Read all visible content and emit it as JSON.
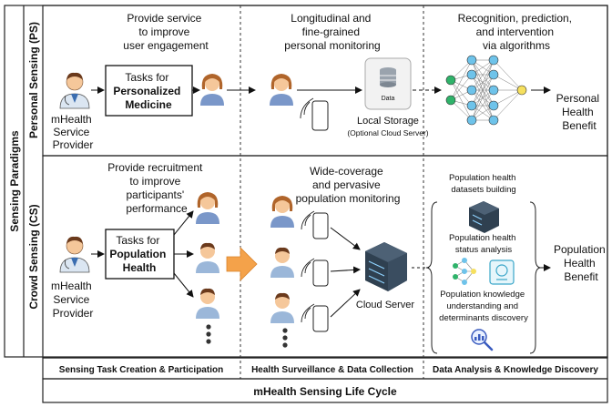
{
  "axis": {
    "vertical_title": "Sensing Paradigms",
    "row1_label": "Personal Sensing (PS)",
    "row2_label": "Crowd Sensing (CS)"
  },
  "columns": {
    "col1": "Sensing Task Creation & Participation",
    "col2": "Health Surveillance & Data Collection",
    "col3": "Data Analysis & Knowledge Discovery"
  },
  "footer": {
    "title": "mHealth Sensing Life Cycle"
  },
  "ps": {
    "col1_caption": [
      "Provide service",
      "to improve",
      "user engagement"
    ],
    "provider_label": [
      "mHealth",
      "Service",
      "Provider"
    ],
    "task_box": [
      "Tasks for",
      "Personalized",
      "Medicine"
    ],
    "col2_caption": [
      "Longitudinal and",
      "fine-grained",
      "personal monitoring"
    ],
    "data_label": "Data",
    "storage_label": "Local Storage",
    "storage_sub": "(Optional Cloud Server)",
    "col3_caption": [
      "Recognition, prediction,",
      "and intervention",
      "via algorithms"
    ],
    "benefit": [
      "Personal",
      "Health",
      "Benefit"
    ]
  },
  "cs": {
    "col1_caption": [
      "Provide recruitment",
      "to improve",
      "participants'",
      "performance"
    ],
    "provider_label": [
      "mHealth",
      "Service",
      "Provider"
    ],
    "task_box": [
      "Tasks for",
      "Population",
      "Health"
    ],
    "col2_caption": [
      "Wide-coverage",
      "and pervasive",
      "population monitoring"
    ],
    "server_label": "Cloud Server",
    "analysis": [
      "Population health",
      "datasets building",
      "Population health",
      "status analysis",
      "Population knowledge",
      "understanding and",
      "determinants discovery"
    ],
    "benefit": [
      "Population",
      "Health",
      "Benefit"
    ]
  },
  "colors": {
    "skin": "#f5c79a",
    "hair_female": "#b0652b",
    "hair_male": "#6b3a1c",
    "shirt_female": "#7a97c9",
    "shirt_male": "#9bb7d9",
    "node_green": "#2fb36a",
    "node_blue": "#6ec3ea",
    "node_yellow": "#f6e05e",
    "server_dark": "#2f4050",
    "orange_arrow": "#f4a24a"
  }
}
